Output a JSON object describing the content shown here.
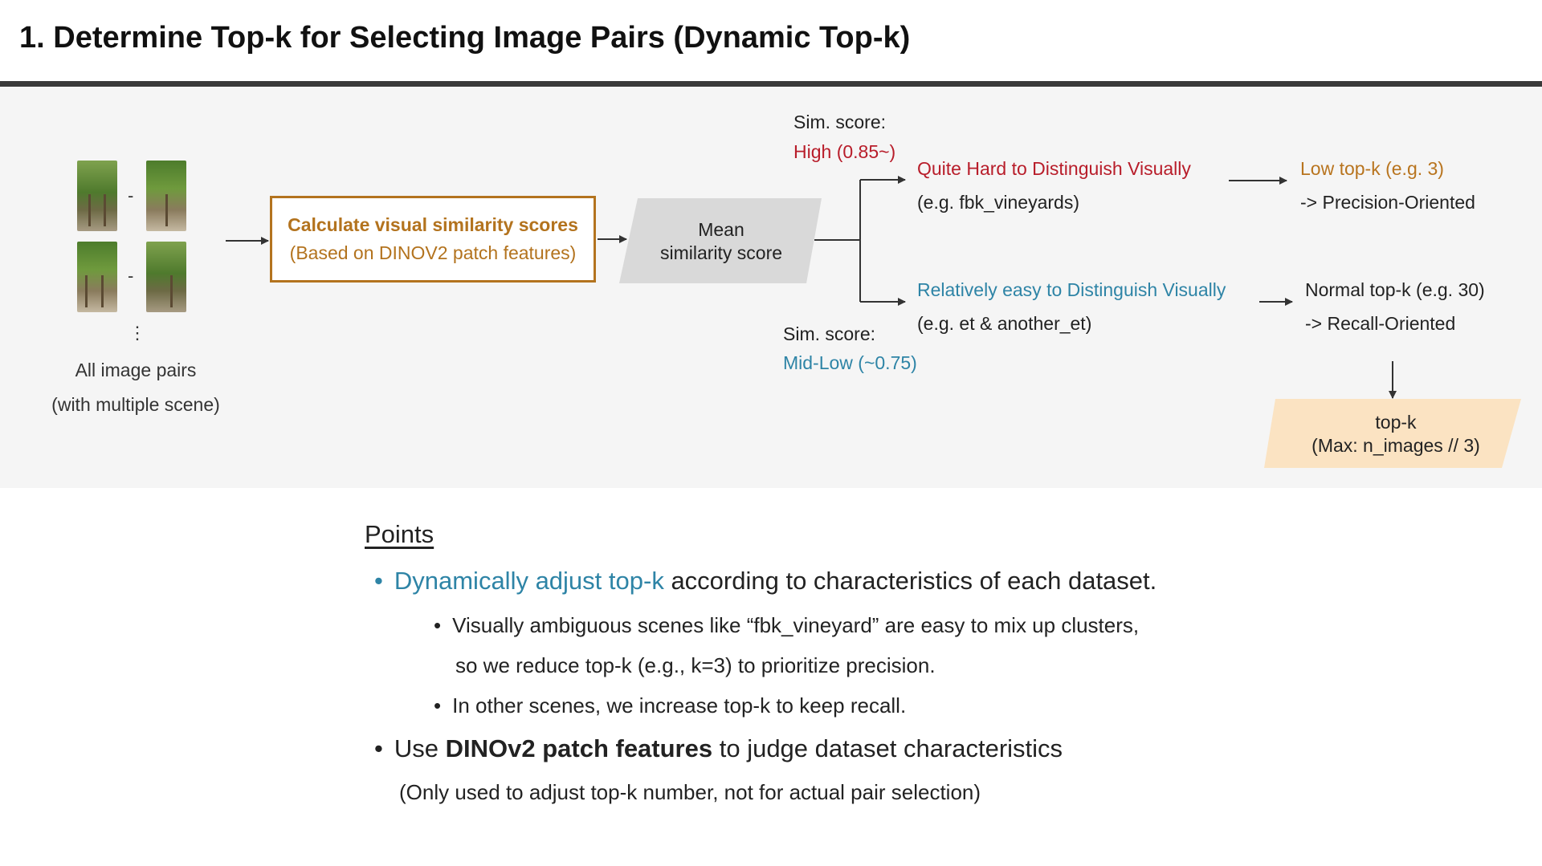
{
  "title": "1. Determine Top-k for Selecting Image Pairs (Dynamic Top-k)",
  "left": {
    "pair_dash": "-",
    "ellipsis": "⋮",
    "label_line1": "All image pairs",
    "label_line2": "(with multiple scene)"
  },
  "calc_box": {
    "line1": "Calculate visual similarity scores",
    "line2": "(Based on DINOV2 patch features)"
  },
  "mean_box": {
    "line1": "Mean",
    "line2": "similarity score"
  },
  "high_branch": {
    "sim_label": "Sim. score:",
    "sim_value": "High (0.85~)",
    "desc": "Quite Hard to Distinguish Visually",
    "example": "(e.g. fbk_vineyards)",
    "topk": "Low top-k (e.g. 3)",
    "orientation": "-> Precision-Oriented"
  },
  "low_branch": {
    "sim_label": "Sim. score:",
    "sim_value": "Mid-Low (~0.75)",
    "desc": "Relatively easy to Distinguish Visually",
    "example": "(e.g. et & another_et)",
    "topk": "Normal top-k (e.g. 30)",
    "orientation": "-> Recall-Oriented"
  },
  "topk_box": {
    "line1": "top-k",
    "line2": "(Max: n_images // 3)"
  },
  "points": {
    "heading": "Points",
    "bullet_char": "•",
    "b1_highlight": "Dynamically adjust top-k",
    "b1_rest": " according to characteristics of each dataset.",
    "b1_sub1_line1": "Visually ambiguous scenes like “fbk_vineyard” are easy to mix up clusters,",
    "b1_sub1_line2": "so we reduce top-k (e.g., k=3) to prioritize precision.",
    "b1_sub2": "In other scenes, we increase top-k to keep recall.",
    "b2_pre": "Use ",
    "b2_bold": "DINOv2 patch features",
    "b2_rest": " to judge dataset characteristics",
    "b2_note": "(Only used to adjust top-k number, not for actual pair selection)"
  },
  "colors": {
    "high": "#b81d2a",
    "low": "#2e84a6",
    "accent_orange": "#b3731e",
    "topk_fill": "#fbe3c2",
    "mean_fill": "#d9d9d9"
  }
}
